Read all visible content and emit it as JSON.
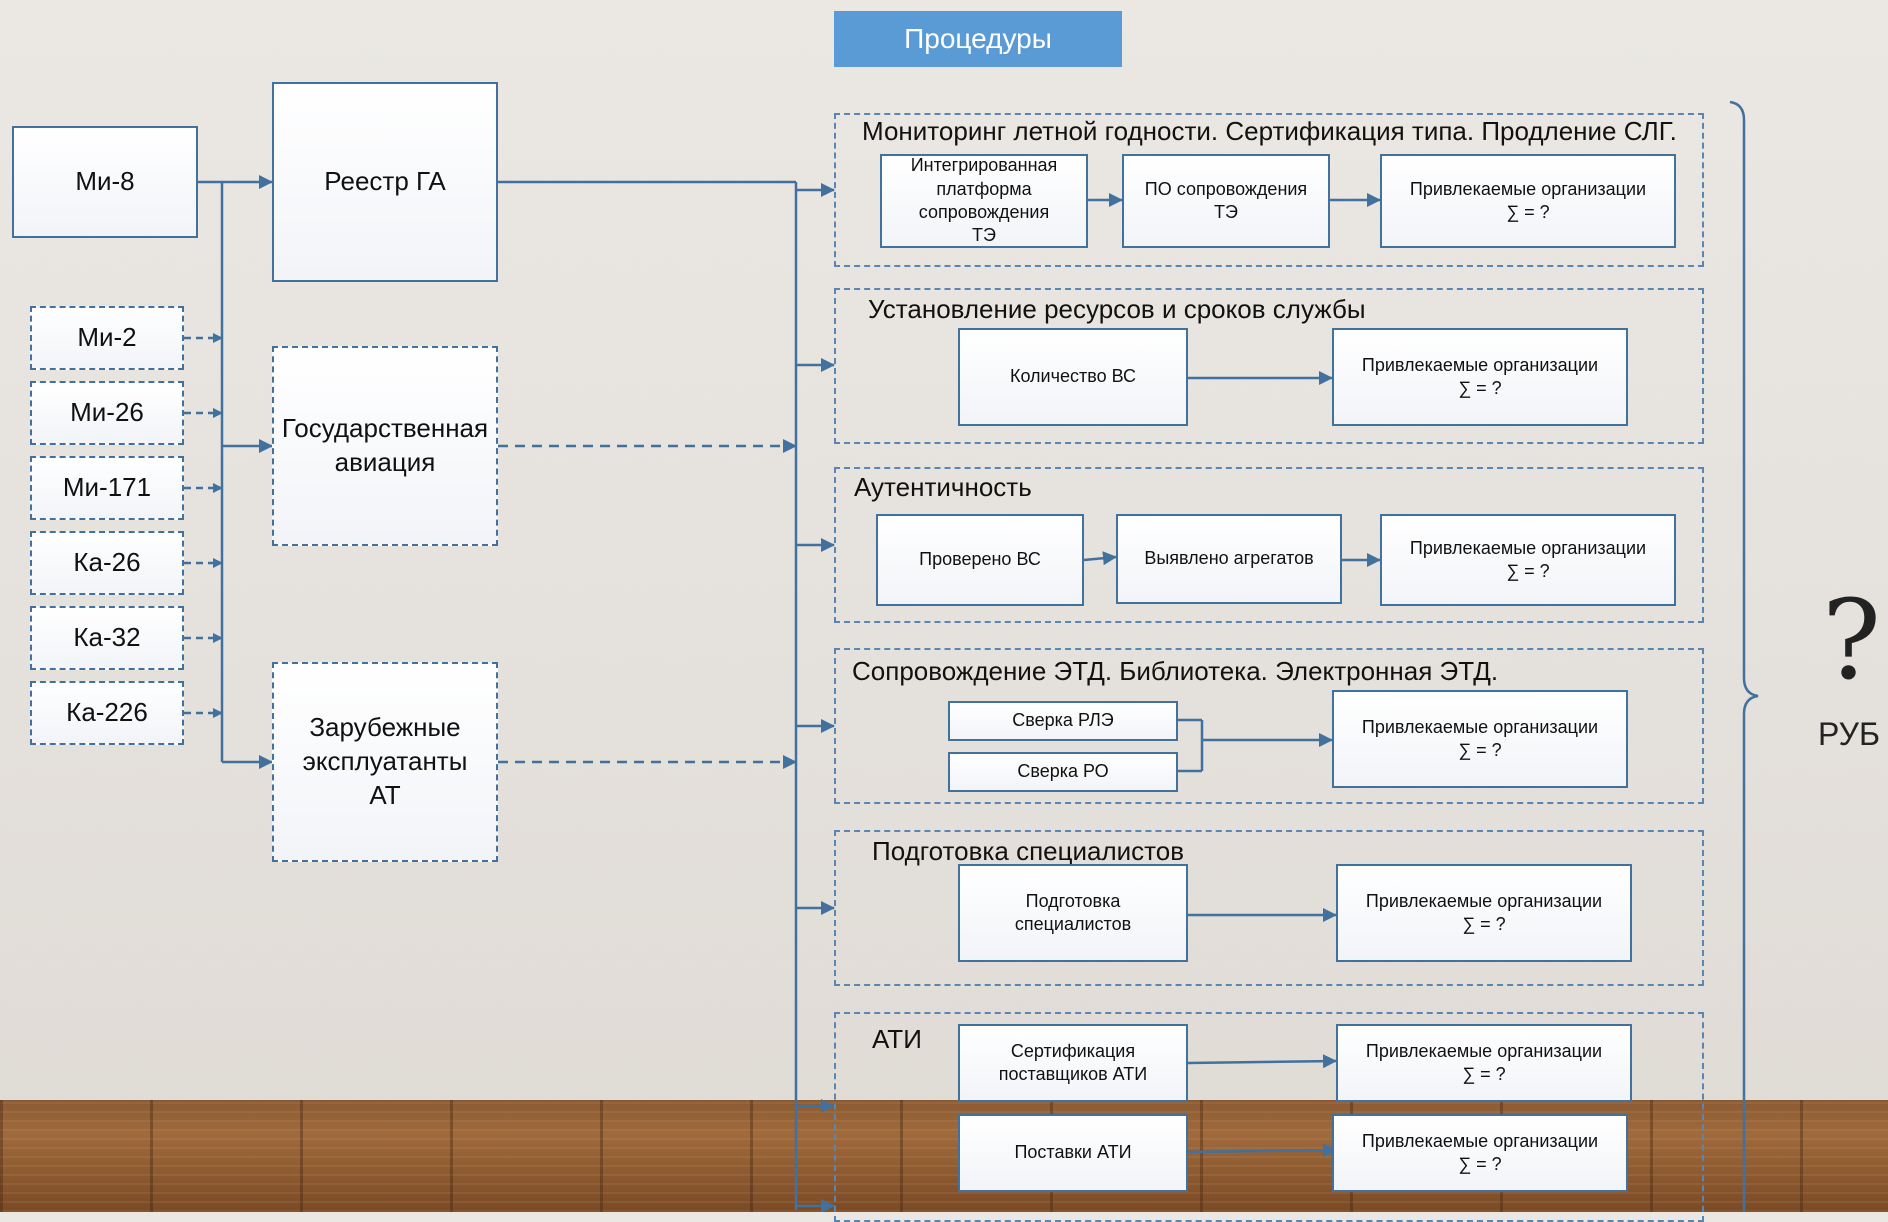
{
  "header": {
    "title": "Процедуры"
  },
  "aircraft": {
    "main": "Ми-8",
    "others": [
      "Ми-2",
      "Ми-26",
      "Ми-171",
      "Ка-26",
      "Ка-32",
      "Ка-226"
    ]
  },
  "registries": {
    "civil": "Реестр ГА",
    "state": "Государственная авиация",
    "foreign": "Зарубежные эксплуатанты АТ"
  },
  "procedures": [
    {
      "title": "Мониторинг летной годности. Сертификация типа. Продление СЛГ.",
      "steps": [
        "Интегрированная платформа сопровождения ТЭ",
        "ПО сопровождения ТЭ"
      ],
      "result": {
        "line1": "Привлекаемые организации",
        "line2": "∑ = ?"
      }
    },
    {
      "title": "Установление ресурсов и сроков службы",
      "steps": [
        "Количество ВС"
      ],
      "result": {
        "line1": "Привлекаемые организации",
        "line2": "∑ = ?"
      }
    },
    {
      "title": "Аутентичность",
      "steps": [
        "Проверено ВС",
        "Выявлено агрегатов"
      ],
      "result": {
        "line1": "Привлекаемые организации",
        "line2": "∑ = ?"
      }
    },
    {
      "title": "Сопровождение ЭТД.  Библиотека. Электронная ЭТД.",
      "steps": [
        "Сверка РЛЭ",
        "Сверка РО"
      ],
      "result": {
        "line1": "Привлекаемые организации",
        "line2": "∑ = ?"
      }
    },
    {
      "title": "Подготовка специалистов",
      "steps": [
        "Подготовка специалистов"
      ],
      "result": {
        "line1": "Привлекаемые организации",
        "line2": "∑ = ?"
      }
    },
    {
      "title": "АТИ",
      "steps": [
        "Сертификация поставщиков АТИ",
        "Поставки АТИ"
      ],
      "results": [
        {
          "line1": "Привлекаемые организации",
          "line2": "∑ = ?"
        },
        {
          "line1": "Привлекаемые организации",
          "line2": "∑ = ?"
        }
      ]
    }
  ],
  "total": {
    "symbol": "?",
    "unit": "РУБ"
  }
}
